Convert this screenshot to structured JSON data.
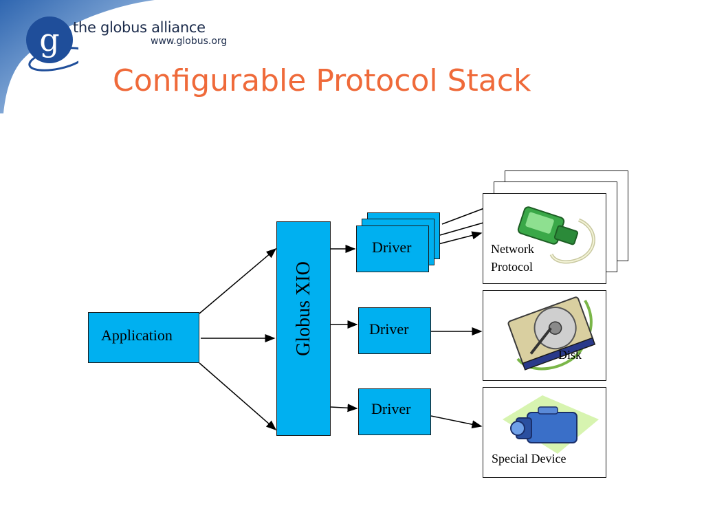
{
  "header": {
    "logo_letter": "g",
    "logo_text": "the globus alliance",
    "logo_url": "www.globus.org"
  },
  "slide": {
    "title": "Configurable Protocol Stack"
  },
  "diagram": {
    "application_label": "Application",
    "xio_label": "Globus XIO",
    "drivers": [
      {
        "label": "Driver"
      },
      {
        "label": "Driver"
      },
      {
        "label": "Driver"
      }
    ],
    "devices": [
      {
        "label_line1": "Network",
        "label_line2": "Protocol",
        "icon": "network-plug-icon"
      },
      {
        "label": "Disk",
        "icon": "hard-disk-icon"
      },
      {
        "label": "Special Device",
        "icon": "video-camera-icon"
      }
    ],
    "colors": {
      "box_fill": "#00b0f0",
      "title": "#ef6a3a",
      "corner_blue": "#3a6fb5"
    }
  }
}
